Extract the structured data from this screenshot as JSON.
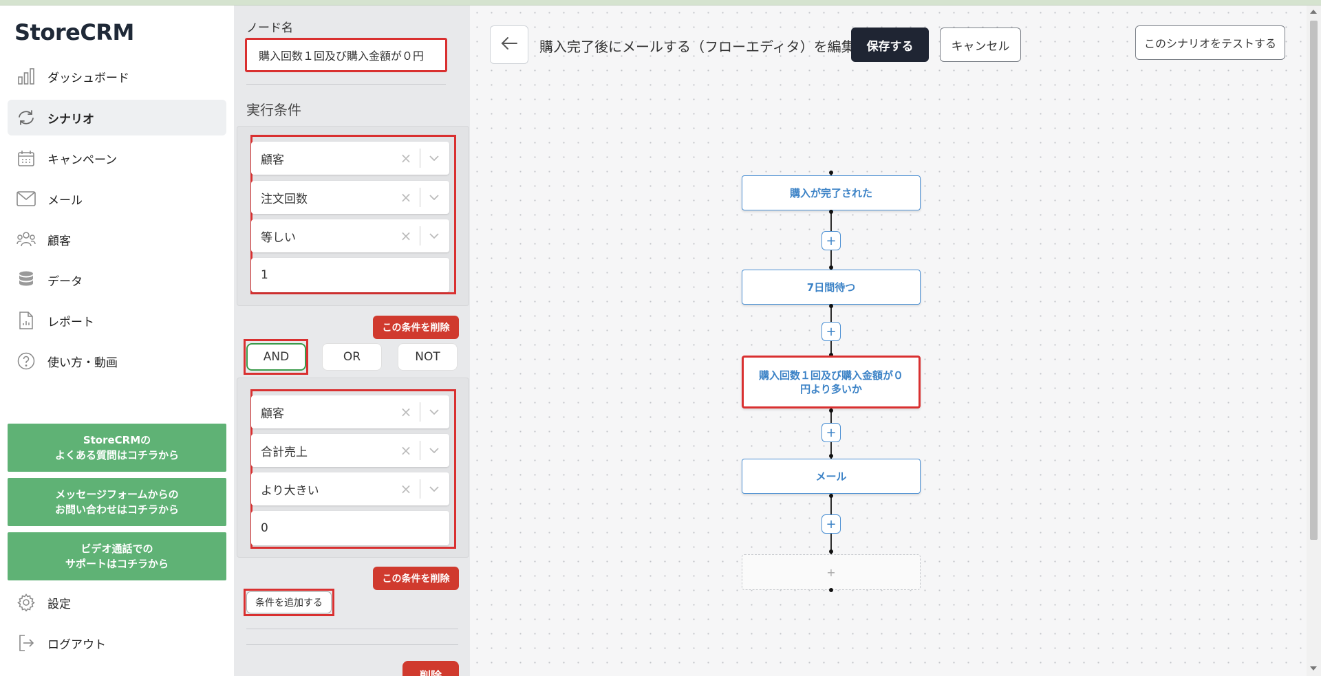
{
  "app": {
    "name": "StoreCRM"
  },
  "sidebar": {
    "items": [
      {
        "label": "ダッシュボード",
        "icon": "bar-chart-icon"
      },
      {
        "label": "シナリオ",
        "icon": "sync-icon",
        "active": true
      },
      {
        "label": "キャンペーン",
        "icon": "calendar-icon"
      },
      {
        "label": "メール",
        "icon": "mail-icon"
      },
      {
        "label": "顧客",
        "icon": "users-icon"
      },
      {
        "label": "データ",
        "icon": "database-icon"
      },
      {
        "label": "レポート",
        "icon": "report-icon"
      },
      {
        "label": "使い方・動画",
        "icon": "help-icon"
      }
    ],
    "support_buttons": [
      {
        "line1": "StoreCRMの",
        "line2": "よくある質問はコチラから"
      },
      {
        "line1": "メッセージフォームからの",
        "line2": "お問い合わせはコチラから"
      },
      {
        "line1": "ビデオ通話での",
        "line2": "サポートはコチラから"
      }
    ],
    "settings_label": "設定",
    "logout_label": "ログアウト"
  },
  "panel": {
    "node_name_label": "ノード名",
    "node_name_value": "購入回数１回及び購入金額が０円",
    "section_title": "実行条件",
    "condition1": {
      "target": "顧客",
      "field": "注文回数",
      "operator": "等しい",
      "value": "1"
    },
    "delete_condition_label": "この条件を削除",
    "logic": {
      "and": "AND",
      "or": "OR",
      "not": "NOT",
      "selected": "AND"
    },
    "condition2": {
      "target": "顧客",
      "field": "合計売上",
      "operator": "より大きい",
      "value": "0"
    },
    "add_condition_label": "条件を追加する",
    "delete_label": "削除"
  },
  "header": {
    "title": "購入完了後にメールする（フローエディタ）を編集中",
    "save_label": "保存する",
    "cancel_label": "キャンセル",
    "test_label": "このシナリオをテストする"
  },
  "flow": {
    "nodes": [
      {
        "line1": "購入が完了された"
      },
      {
        "line1": "7日間待つ"
      },
      {
        "line1": "購入回数１回及び購入金額が０",
        "line2": "円より多いか"
      },
      {
        "line1": "メール"
      }
    ],
    "plus_label": "+",
    "empty_label": "+"
  },
  "colors": {
    "accent_green": "#5fb275",
    "danger": "#d03a2e",
    "node_blue": "#3b82c6",
    "dark": "#1f2533"
  }
}
